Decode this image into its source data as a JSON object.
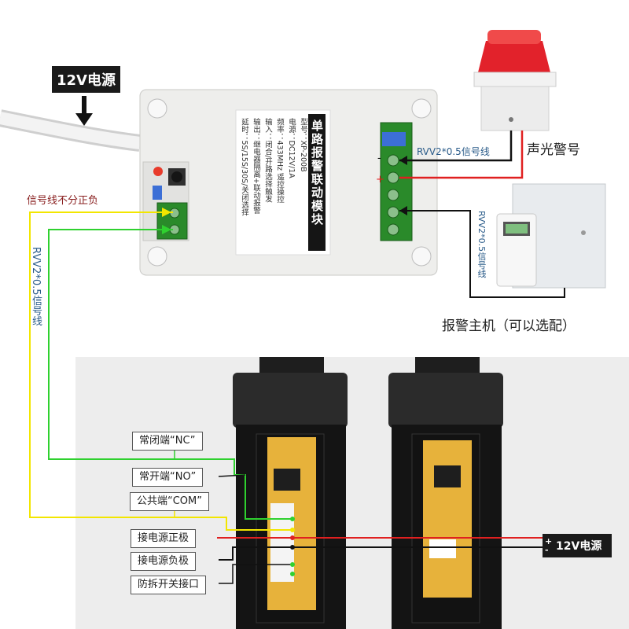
{
  "power_top": {
    "label": "12V电源"
  },
  "module": {
    "title": "单路报警联动模块",
    "spec_lines": [
      "型号：XP-200B",
      "电源：DC12V/1A",
      "频率：433MHz 遥控操控",
      "输入：闭合/开路选择触发",
      "输出：继电器隔离+联动报警",
      "延时：5S/15S/30S/关闭选择"
    ]
  },
  "siren": {
    "label": "声光警号"
  },
  "host": {
    "label": "报警主机（可以选配）"
  },
  "wires": {
    "siren_wire": "RVV2*0.5信号线",
    "host_wire": "RVV2*0.5信号线",
    "left_wire": "RVV2*0.5信号线",
    "polarity_note": "信号线不分正负"
  },
  "terminals": {
    "nc": "常闭端“NC”",
    "no": "常开端“NO”",
    "com": "公共端“COM”",
    "pos": "接电源正极",
    "neg": "接电源负极",
    "tamper": "防拆开关接口"
  },
  "power_right": {
    "plus": "+",
    "minus": "-",
    "label": "12V电源"
  },
  "colors": {
    "red": "#e02020",
    "black": "#111111",
    "green": "#2fd12f",
    "yellow": "#f2e600"
  }
}
